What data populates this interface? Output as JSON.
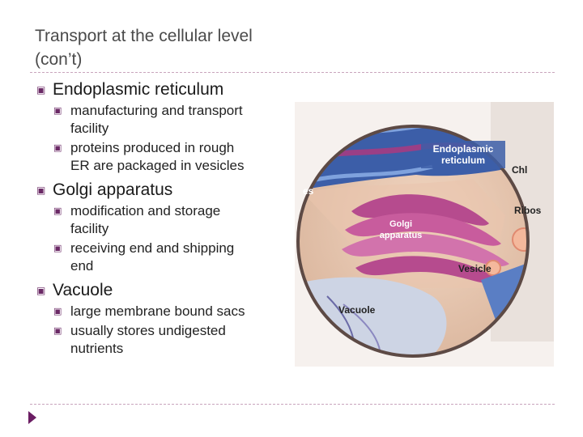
{
  "slide": {
    "title_line1": "Transport at the cellular level",
    "title_line2": "(con’t)"
  },
  "bullets": [
    {
      "label": "Endoplasmic reticulum",
      "items": [
        [
          "manufacturing and transport",
          "facility"
        ],
        [
          "proteins produced in rough",
          "ER are packaged in vesicles"
        ]
      ]
    },
    {
      "label": "Golgi apparatus",
      "items": [
        [
          "modification and storage",
          "facility"
        ],
        [
          "receiving end and shipping",
          "end"
        ]
      ]
    },
    {
      "label": "Vacuole",
      "items": [
        [
          "large membrane bound sacs"
        ],
        [
          "usually stores undigested",
          "nutrients"
        ]
      ]
    }
  ],
  "figure": {
    "labels": {
      "er": [
        "Endoplasmic",
        "reticulum"
      ],
      "golgi": [
        "Golgi",
        "apparatus"
      ],
      "vesicle": "Vesicle",
      "vacuole": "Vacuole",
      "chl": "Chl",
      "ribos": "Ribos",
      "es": "es"
    }
  },
  "colors": {
    "bullet_marker": "#6b2a66",
    "nav_arrow": "#6b1d63",
    "rule": "#c8a4bc"
  },
  "icons": {
    "bullet_marker": "square-bullet-icon",
    "nav": "next-arrow-icon"
  }
}
